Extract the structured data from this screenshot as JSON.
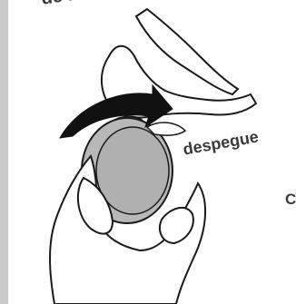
{
  "illustration": {
    "subject": "hands peeling film off a coin-cell battery",
    "colors": {
      "ink": "#1a1a1a",
      "label": "#3a3a3a",
      "disc": "#b8b8b8",
      "arrow": "#111111"
    }
  },
  "labels": {
    "top": "de mo",
    "despegue": "despegue",
    "cutoff_right": "C"
  }
}
